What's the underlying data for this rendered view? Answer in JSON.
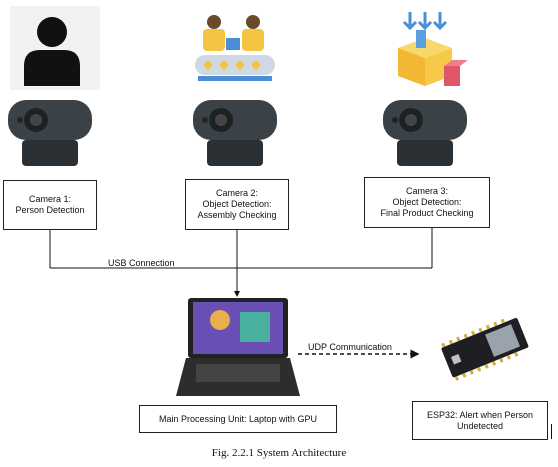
{
  "cameras": [
    {
      "label": "Camera 1:\nPerson Detection",
      "icon": "person-icon"
    },
    {
      "label": "Camera 2:\nObject Detection:\nAssembly Checking",
      "icon": "assembly-workers-icon"
    },
    {
      "label": "Camera 3:\nObject Detection:\nFinal Product Checking",
      "icon": "product-box-icon"
    }
  ],
  "connections": {
    "usb": "USB Connection",
    "udp": "UDP Communication"
  },
  "laptop": {
    "label": "Main Processing Unit: Laptop with GPU",
    "icon": "laptop-icon"
  },
  "esp32": {
    "label": "ESP32: Alert when Person\nUndetected",
    "icon": "esp32-board-icon"
  },
  "caption": "Fig. 2.2.1 System Architecture",
  "colors": {
    "webcam": "#3a4247",
    "worker_shirt": "#f4c542",
    "belt": "#4a8fd6",
    "box": "#f7c948",
    "arrow_blue": "#4a8fd6"
  }
}
